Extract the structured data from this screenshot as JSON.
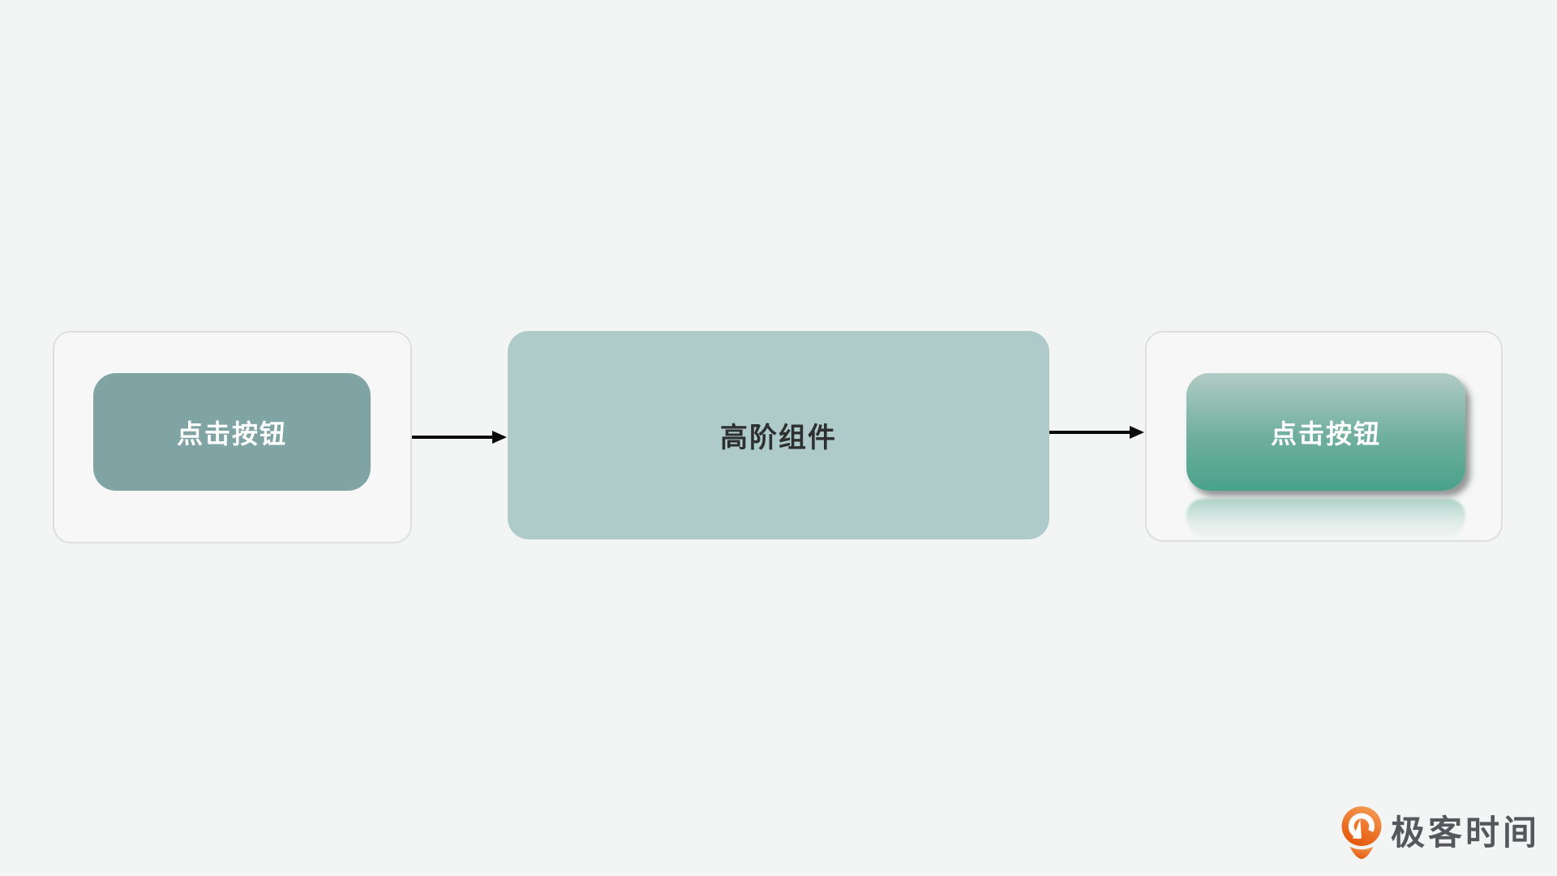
{
  "page": {
    "background_color": "#f3f5f4"
  },
  "diagram": {
    "source_button_label": "点击按钮",
    "hoc_label": "高阶组件",
    "enhanced_button_label": "点击按钮",
    "arrows": [
      {
        "name": "source-to-hoc",
        "direction": "right"
      },
      {
        "name": "hoc-to-enhanced",
        "direction": "right"
      }
    ],
    "arrow_color": "#0a0a0a"
  },
  "colors": {
    "source_button_fill": "#80a4a4",
    "hoc_box_fill": "#aecbca",
    "enhanced_button_gradient_top": "#b2ccc5",
    "enhanced_button_gradient_bottom": "#49a28a",
    "card_border": "#dcdfdd",
    "card_fill": "#f6f7f6",
    "button_text": "#ffffff",
    "hoc_text": "#2e2f2f"
  },
  "logo": {
    "text": "极客时间",
    "icon": "geektime-pin-icon",
    "icon_orange_top": "#f49a52",
    "icon_orange_bottom": "#e4570a",
    "text_color": "#55575c"
  }
}
